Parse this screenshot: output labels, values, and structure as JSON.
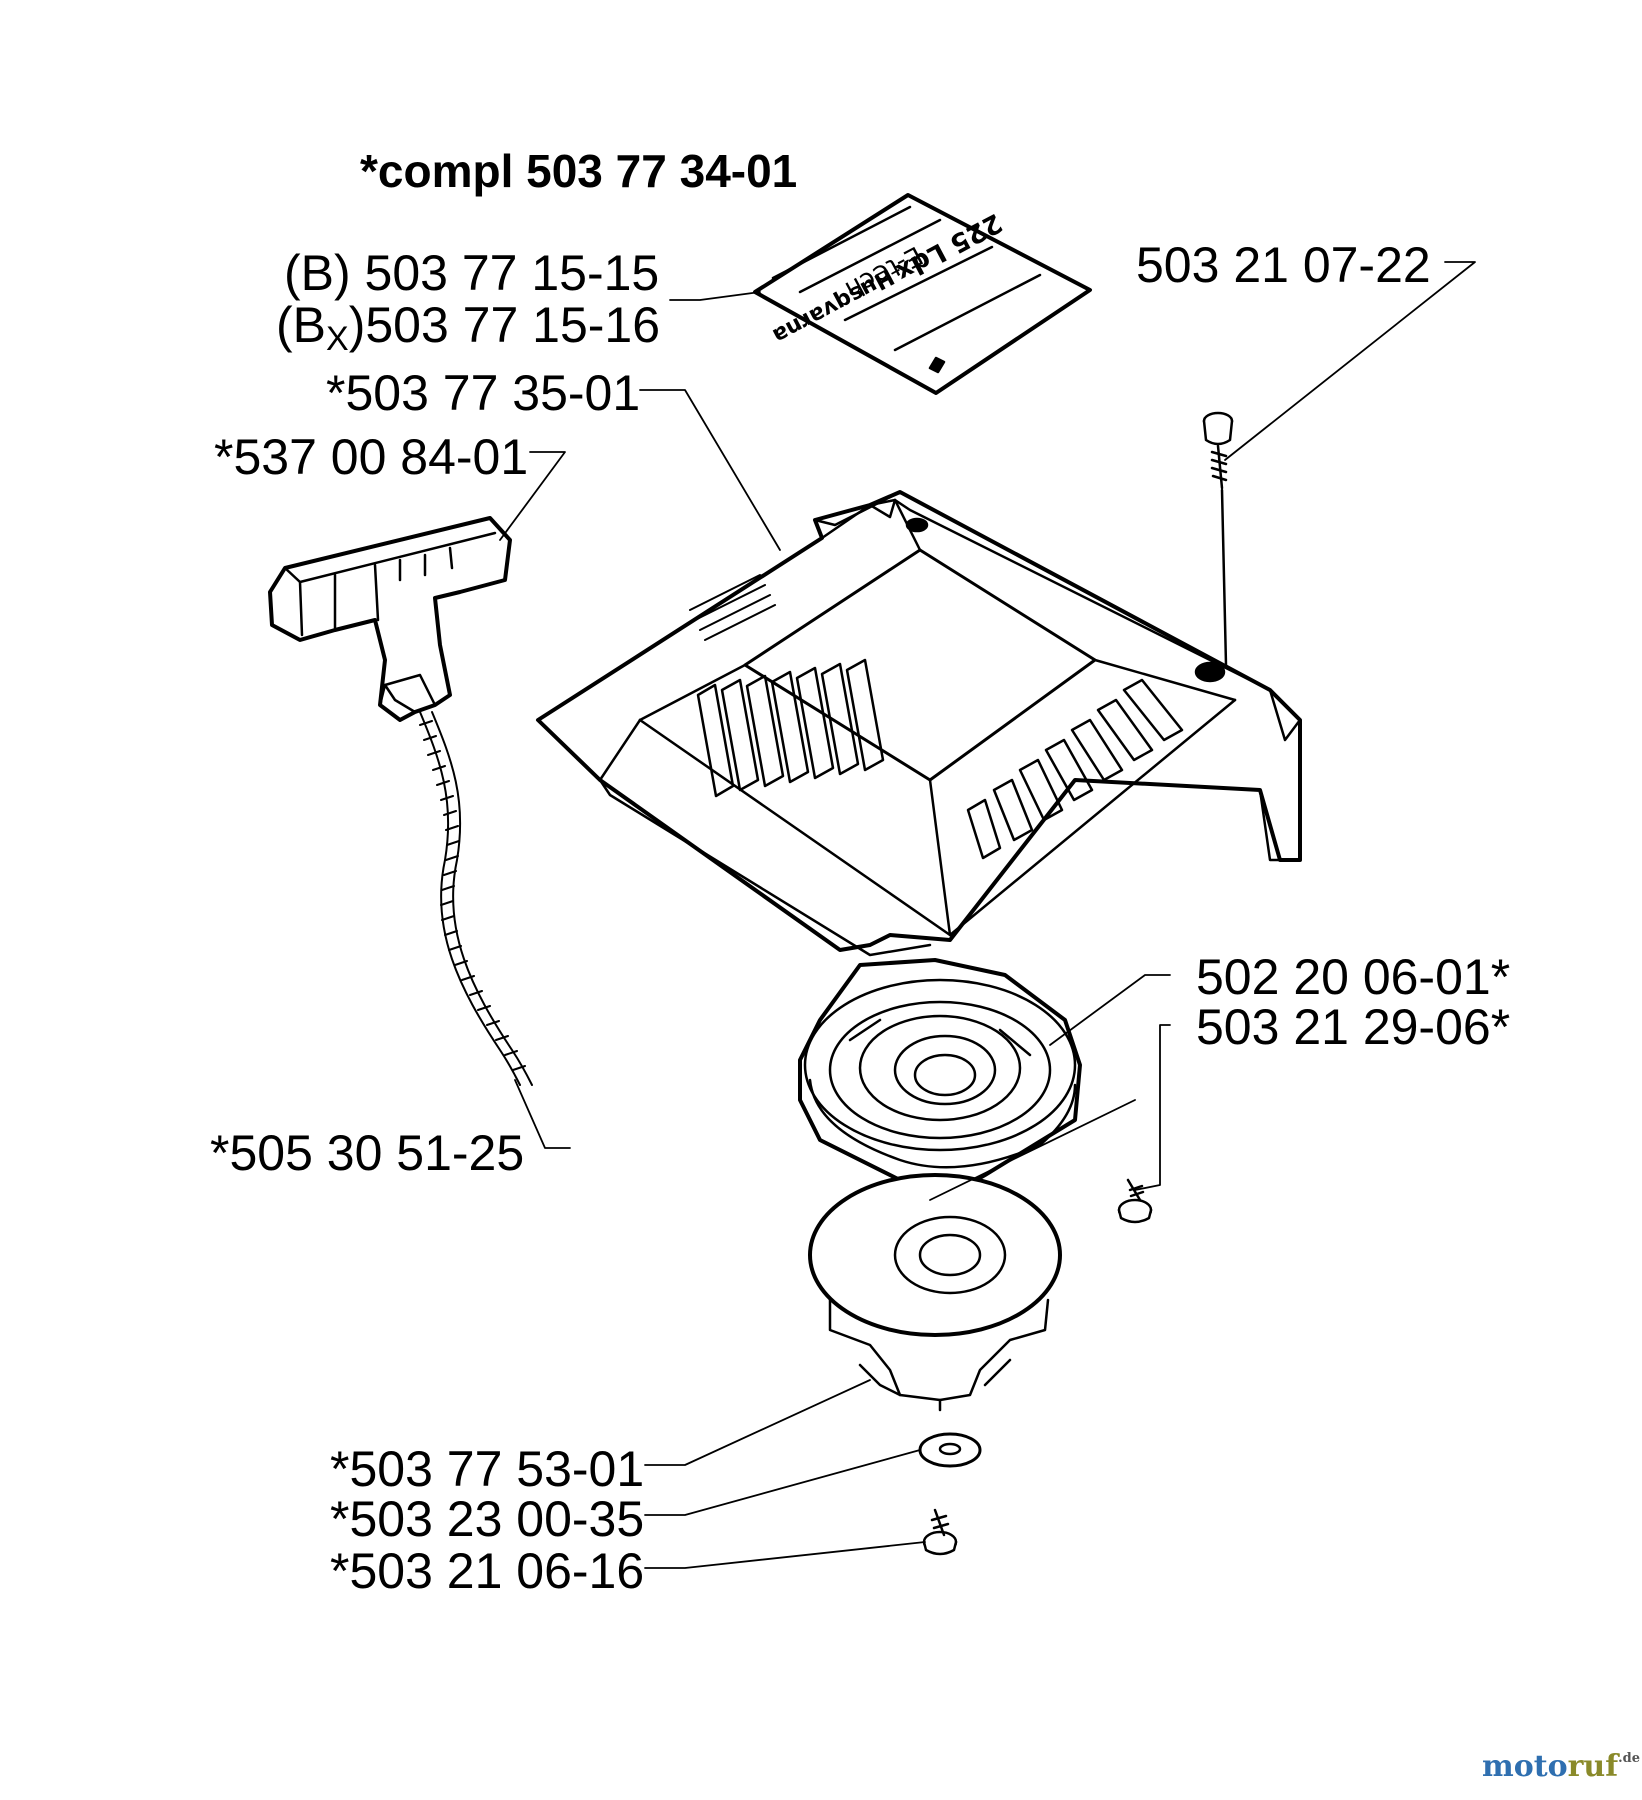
{
  "title": "*compl 503 77 34-01",
  "labels": {
    "decal_b": "(B) 503 77 15-15",
    "decal_bx_pre": "(B",
    "decal_bx_sub": "X",
    "decal_bx_post": ")503 77 15-16",
    "cover": "*503 77 35-01",
    "handle": "*537 00 84-01",
    "rope": "*505 30 51-25",
    "screw_top": "503 21 07-22",
    "spring_cassette": "502 20 06-01*",
    "screw_small": "503 21 29-06*",
    "pulley": "*503 77 53-01",
    "washer": "*503 23 00-35",
    "screw_bottom": "*503 21 06-16"
  },
  "decal_text": {
    "brand": "Husqvarna",
    "line": "E-tech",
    "model": "225 Ldx"
  },
  "watermark": {
    "part1": "moto",
    "part2": "ruf",
    "tld": ".de",
    "color1": "#2f6fb0",
    "color2": "#8a8a2a"
  }
}
